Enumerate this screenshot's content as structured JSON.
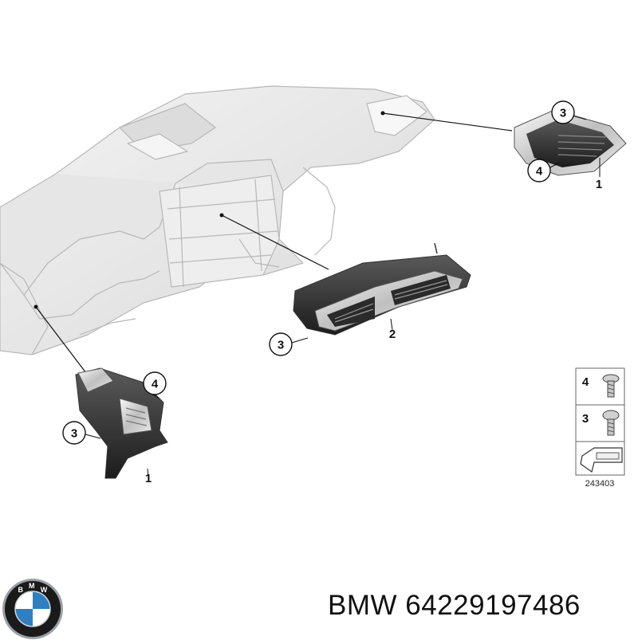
{
  "callouts": {
    "top_right_upper": "3",
    "top_right_lower": "4",
    "top_right_part": "1",
    "center_left": "3",
    "center_part": "2",
    "bottom_left_upper": "4",
    "bottom_left_lower": "3",
    "bottom_left_part": "1"
  },
  "legend": {
    "screw_4": "4",
    "screw_3": "3",
    "diagram_id": "243403"
  },
  "footer": {
    "brand": "BMW",
    "part_number": "64229197486"
  },
  "logo": {
    "letters": "BMW",
    "icon": "bmw-roundel-icon",
    "colors": {
      "blue": "#2f7fc1",
      "white": "#ffffff",
      "ring": "#1a1a1a",
      "chrome": "#9aa0a6"
    }
  }
}
